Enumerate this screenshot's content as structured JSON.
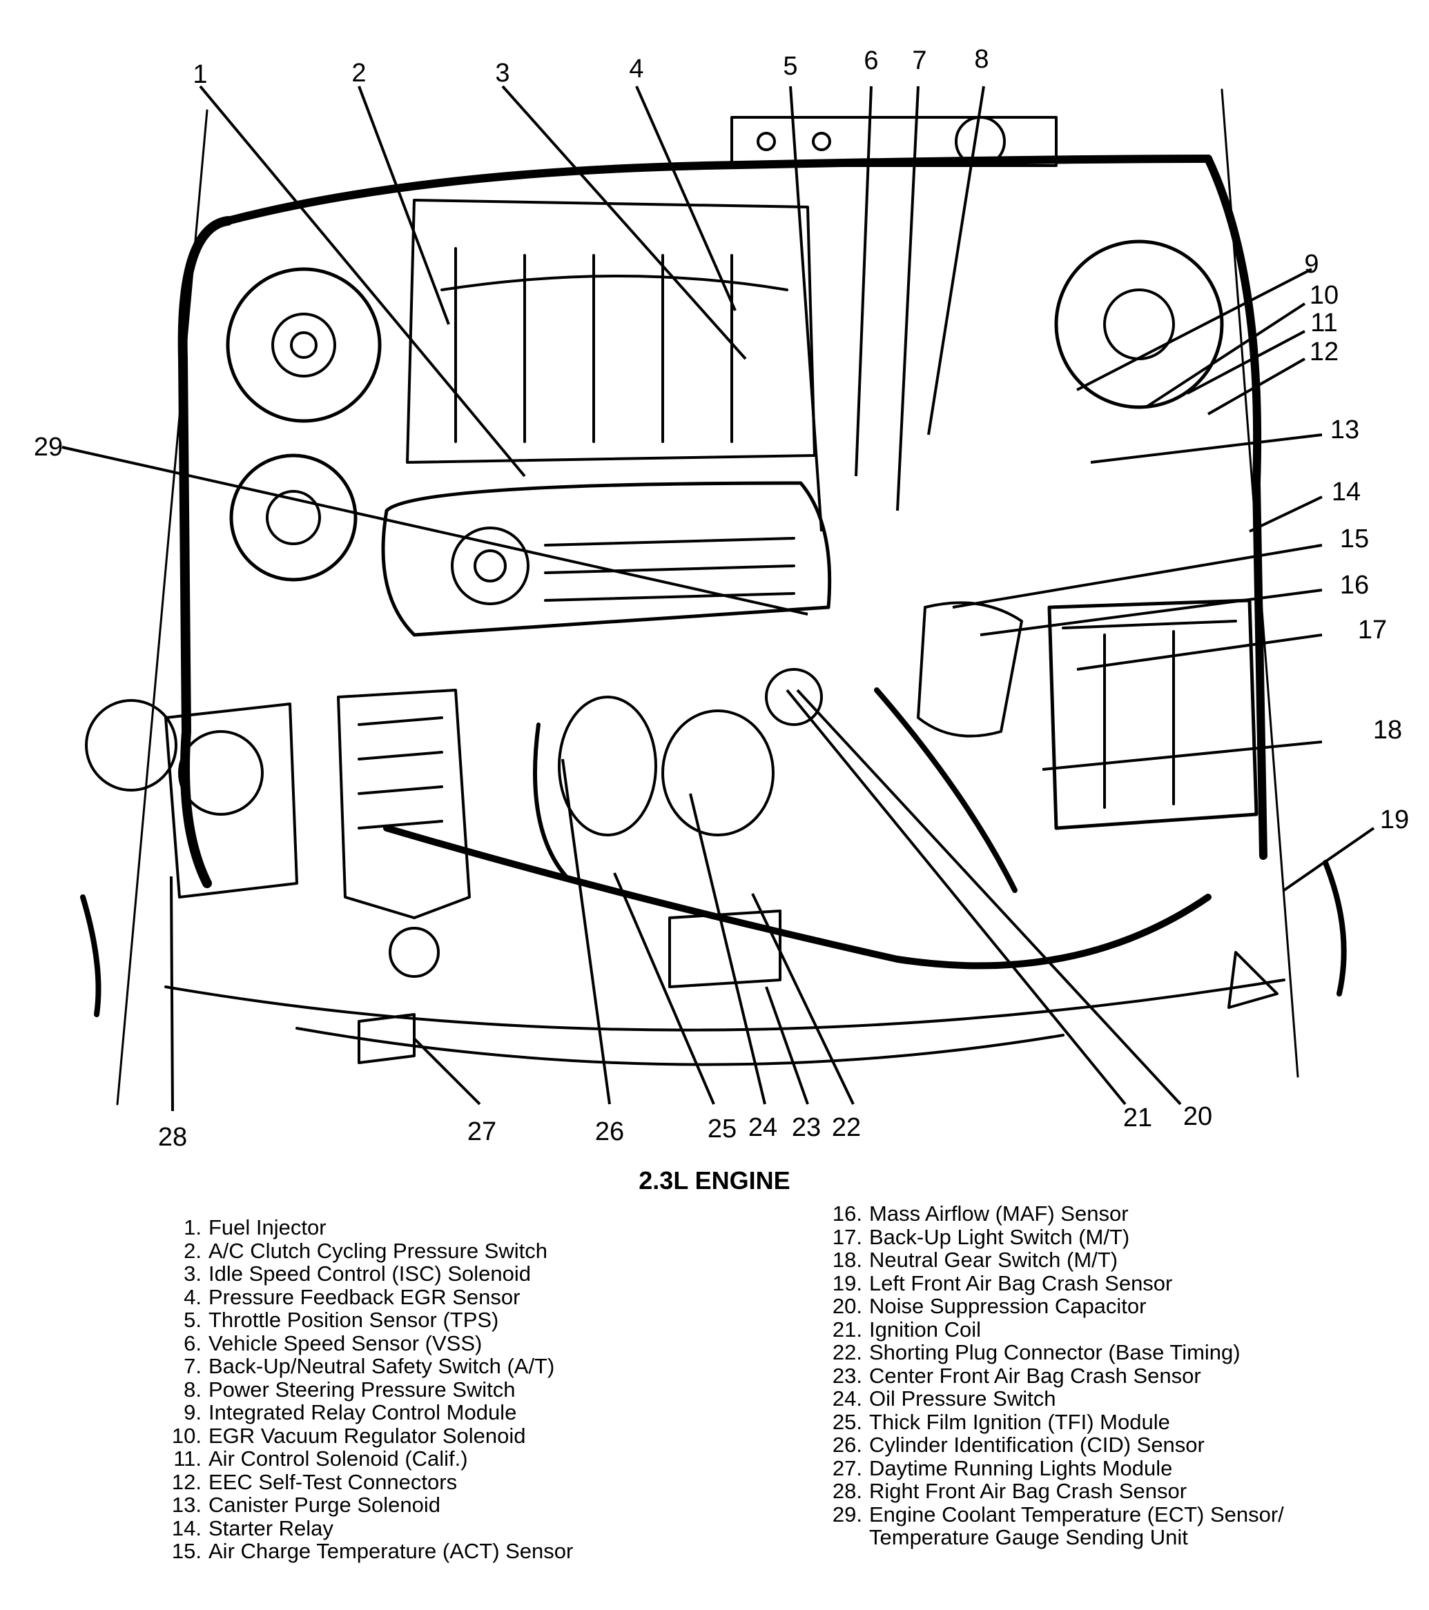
{
  "title": "2.3L ENGINE",
  "callouts": [
    "1",
    "2",
    "3",
    "4",
    "5",
    "6",
    "7",
    "8",
    "9",
    "10",
    "11",
    "12",
    "13",
    "14",
    "15",
    "16",
    "17",
    "18",
    "19",
    "20",
    "21",
    "22",
    "23",
    "24",
    "25",
    "26",
    "27",
    "28",
    "29"
  ],
  "legend": [
    {
      "num": "1.",
      "text": "Fuel Injector"
    },
    {
      "num": "2.",
      "text": "A/C Clutch Cycling Pressure Switch"
    },
    {
      "num": "3.",
      "text": "Idle Speed Control (ISC) Solenoid"
    },
    {
      "num": "4.",
      "text": "Pressure Feedback EGR Sensor"
    },
    {
      "num": "5.",
      "text": "Throttle Position Sensor (TPS)"
    },
    {
      "num": "6.",
      "text": "Vehicle Speed Sensor (VSS)"
    },
    {
      "num": "7.",
      "text": "Back-Up/Neutral Safety Switch (A/T)"
    },
    {
      "num": "8.",
      "text": "Power Steering Pressure Switch"
    },
    {
      "num": "9.",
      "text": "Integrated Relay Control Module"
    },
    {
      "num": "10.",
      "text": "EGR Vacuum Regulator Solenoid"
    },
    {
      "num": "11.",
      "text": "Air Control Solenoid (Calif.)"
    },
    {
      "num": "12.",
      "text": "EEC Self-Test Connectors"
    },
    {
      "num": "13.",
      "text": "Canister Purge Solenoid"
    },
    {
      "num": "14.",
      "text": "Starter Relay"
    },
    {
      "num": "15.",
      "text": "Air Charge Temperature (ACT) Sensor"
    },
    {
      "num": "16.",
      "text": "Mass Airflow (MAF) Sensor"
    },
    {
      "num": "17.",
      "text": "Back-Up Light Switch (M/T)"
    },
    {
      "num": "18.",
      "text": "Neutral Gear Switch (M/T)"
    },
    {
      "num": "19.",
      "text": "Left Front Air Bag Crash Sensor"
    },
    {
      "num": "20.",
      "text": "Noise Suppression Capacitor"
    },
    {
      "num": "21.",
      "text": "Ignition Coil"
    },
    {
      "num": "22.",
      "text": "Shorting Plug Connector (Base Timing)"
    },
    {
      "num": "23.",
      "text": "Center Front Air Bag Crash Sensor"
    },
    {
      "num": "24.",
      "text": "Oil Pressure Switch"
    },
    {
      "num": "25.",
      "text": "Thick Film Ignition (TFI) Module"
    },
    {
      "num": "26.",
      "text": "Cylinder Identification (CID) Sensor"
    },
    {
      "num": "27.",
      "text": "Daytime Running Lights Module"
    },
    {
      "num": "28.",
      "text": "Right Front Air Bag Crash Sensor"
    },
    {
      "num": "29.",
      "text": "Engine Coolant Temperature (ECT) Sensor/",
      "cont": "Temperature Gauge Sending Unit"
    }
  ]
}
